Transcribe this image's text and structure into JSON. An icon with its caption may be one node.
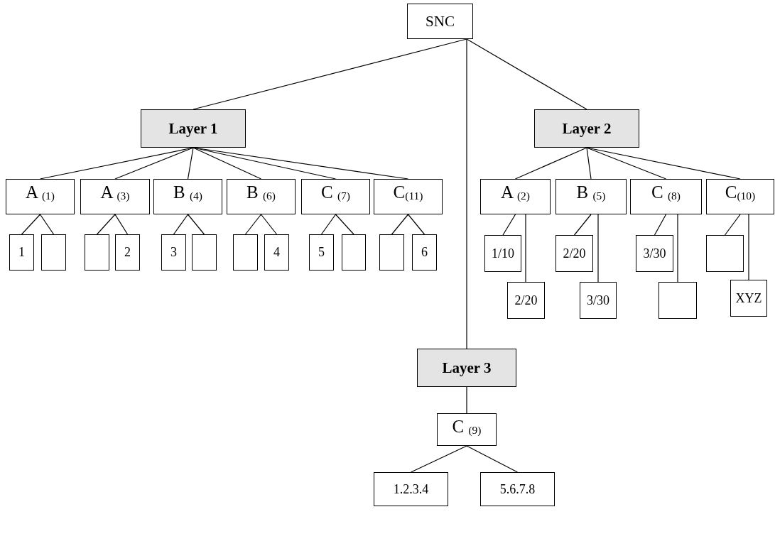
{
  "diagram": {
    "nodes": [
      {
        "text": [
          "SNC"
        ]
      },
      {
        "text": [
          "Layer 1"
        ]
      },
      {
        "text": [
          "Layer 2"
        ]
      },
      {
        "text": [
          "A $_{(1)}$"
        ]
      },
      {
        "text": [
          "A $_{(3)}$"
        ]
      },
      {
        "text": [
          "B $_{(4)}$"
        ]
      },
      {
        "text": [
          "B $_{(6)}$"
        ]
      },
      {
        "text": [
          "C $_{(7)}$"
        ]
      },
      {
        "text": [
          "C$_{(11)}$"
        ]
      },
      {
        "text": [
          "A $_{(2)}$"
        ]
      },
      {
        "text": [
          "B $_{(5)}$"
        ]
      },
      {
        "text": [
          "C $_{(8)}$"
        ]
      },
      {
        "text": [
          "C$_{(10)}$"
        ]
      },
      {
        "text": [
          "1"
        ]
      },
      {
        "text": [],
        "shape": "box"
      },
      {
        "text": [],
        "shape": "box"
      },
      {
        "text": [
          "2"
        ]
      },
      {
        "text": [
          "3"
        ]
      },
      {
        "text": [],
        "shape": "box"
      },
      {
        "text": [],
        "shape": "box"
      },
      {
        "text": [
          "4"
        ]
      },
      {
        "text": [
          "5"
        ]
      },
      {
        "text": [],
        "shape": "box"
      },
      {
        "text": [],
        "shape": "box"
      },
      {
        "text": [
          "6"
        ]
      },
      {
        "text": [
          "1/10"
        ]
      },
      {
        "text": [
          "2/20"
        ]
      },
      {
        "text": [
          "3/30"
        ]
      },
      {
        "text": [],
        "shape": "box"
      },
      {
        "text": [
          "2/20"
        ]
      },
      {
        "text": [
          "3/30"
        ]
      },
      {
        "text": [],
        "shape": "box"
      },
      {
        "text": [
          "XYZ"
        ]
      },
      {
        "text": [
          "Layer 3"
        ]
      },
      {
        "text": [
          "C $_{(9)}$"
        ]
      },
      {
        "text": [
          "1.2.3.4"
        ]
      },
      {
        "text": [
          "5.6.7.8"
        ]
      }
    ],
    "edges": [
      {
        "from": 0,
        "to": 1,
        "arrow": "none"
      },
      {
        "from": 0,
        "to": 2,
        "arrow": "none"
      },
      {
        "from": 0,
        "to": 33,
        "arrow": "none"
      },
      {
        "from": 1,
        "to": 3,
        "arrow": "none"
      },
      {
        "from": 1,
        "to": 4,
        "arrow": "none"
      },
      {
        "from": 1,
        "to": 5,
        "arrow": "none"
      },
      {
        "from": 1,
        "to": 6,
        "arrow": "none"
      },
      {
        "from": 1,
        "to": 7,
        "arrow": "none"
      },
      {
        "from": 1,
        "to": 8,
        "arrow": "none"
      },
      {
        "from": 2,
        "to": 9,
        "arrow": "none"
      },
      {
        "from": 2,
        "to": 10,
        "arrow": "none"
      },
      {
        "from": 2,
        "to": 11,
        "arrow": "none"
      },
      {
        "from": 2,
        "to": 12,
        "arrow": "none"
      },
      {
        "from": 3,
        "to": 13,
        "arrow": "none"
      },
      {
        "from": 3,
        "to": 14,
        "arrow": "none"
      },
      {
        "from": 4,
        "to": 15,
        "arrow": "none"
      },
      {
        "from": 4,
        "to": 16,
        "arrow": "none"
      },
      {
        "from": 5,
        "to": 17,
        "arrow": "none"
      },
      {
        "from": 5,
        "to": 18,
        "arrow": "none"
      },
      {
        "from": 6,
        "to": 19,
        "arrow": "none"
      },
      {
        "from": 6,
        "to": 20,
        "arrow": "none"
      },
      {
        "from": 7,
        "to": 21,
        "arrow": "none"
      },
      {
        "from": 7,
        "to": 22,
        "arrow": "none"
      },
      {
        "from": 8,
        "to": 23,
        "arrow": "none"
      },
      {
        "from": 8,
        "to": 24,
        "arrow": "none"
      },
      {
        "from": 9,
        "to": 25,
        "arrow": "none"
      },
      {
        "from": 9,
        "to": 29,
        "arrow": "none"
      },
      {
        "from": 10,
        "to": 26,
        "arrow": "none"
      },
      {
        "from": 10,
        "to": 30,
        "arrow": "none"
      },
      {
        "from": 11,
        "to": 27,
        "arrow": "none"
      },
      {
        "from": 11,
        "to": 31,
        "arrow": "none"
      },
      {
        "from": 12,
        "to": 28,
        "arrow": "none"
      },
      {
        "from": 12,
        "to": 32,
        "arrow": "none"
      },
      {
        "from": 33,
        "to": 34,
        "arrow": "none"
      },
      {
        "from": 34,
        "to": 35,
        "arrow": "none"
      },
      {
        "from": 34,
        "to": 36,
        "arrow": "none"
      }
    ]
  }
}
